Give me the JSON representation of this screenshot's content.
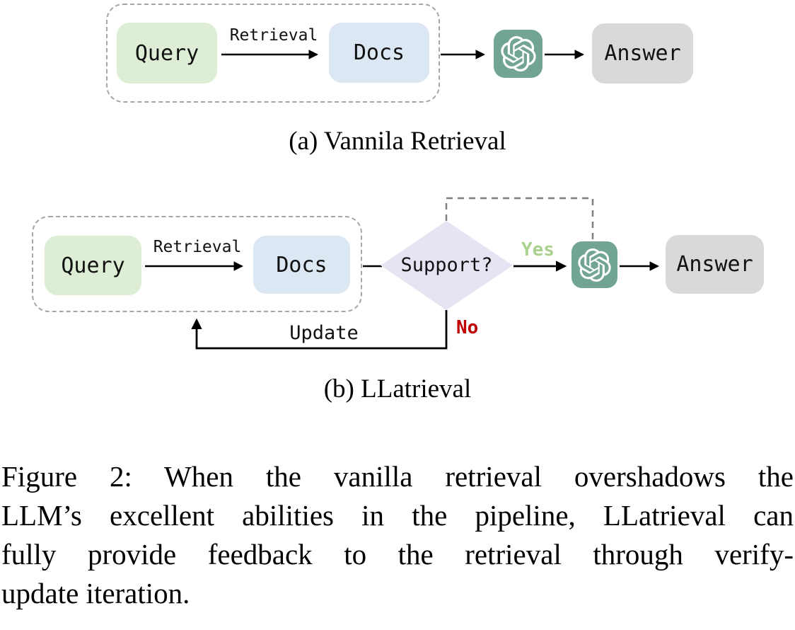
{
  "diagram_a": {
    "caption": "(a) Vannila Retrieval",
    "query_label": "Query",
    "retrieval_label": "Retrieval",
    "docs_label": "Docs",
    "answer_label": "Answer"
  },
  "diagram_b": {
    "caption": "(b) LLatrieval",
    "query_label": "Query",
    "retrieval_label": "Retrieval",
    "docs_label": "Docs",
    "support_label": "Support?",
    "yes_label": "Yes",
    "no_label": "No",
    "update_label": "Update",
    "answer_label": "Answer"
  },
  "figure_caption": {
    "line1": "Figure 2: When the vanilla retrieval overshadows the",
    "line2": "LLM’s excellent abilities in the pipeline, LLatrieval can",
    "line3": "fully provide feedback to the retrieval through verify-",
    "line4": "update iteration."
  },
  "icons": {
    "llm_icon": "openai-logo"
  },
  "colors": {
    "query-green": "#deedd5",
    "docs-blue": "#dbe7f3",
    "answer-gray": "#d9d9d9",
    "diamond-purple": "#e8e3f3",
    "openai-teal": "#71a492",
    "yes-green": "#a9d18e",
    "no-red": "#c00000",
    "dash-gray": "#a6a6a6",
    "connector-gray": "#7f7f7f"
  }
}
